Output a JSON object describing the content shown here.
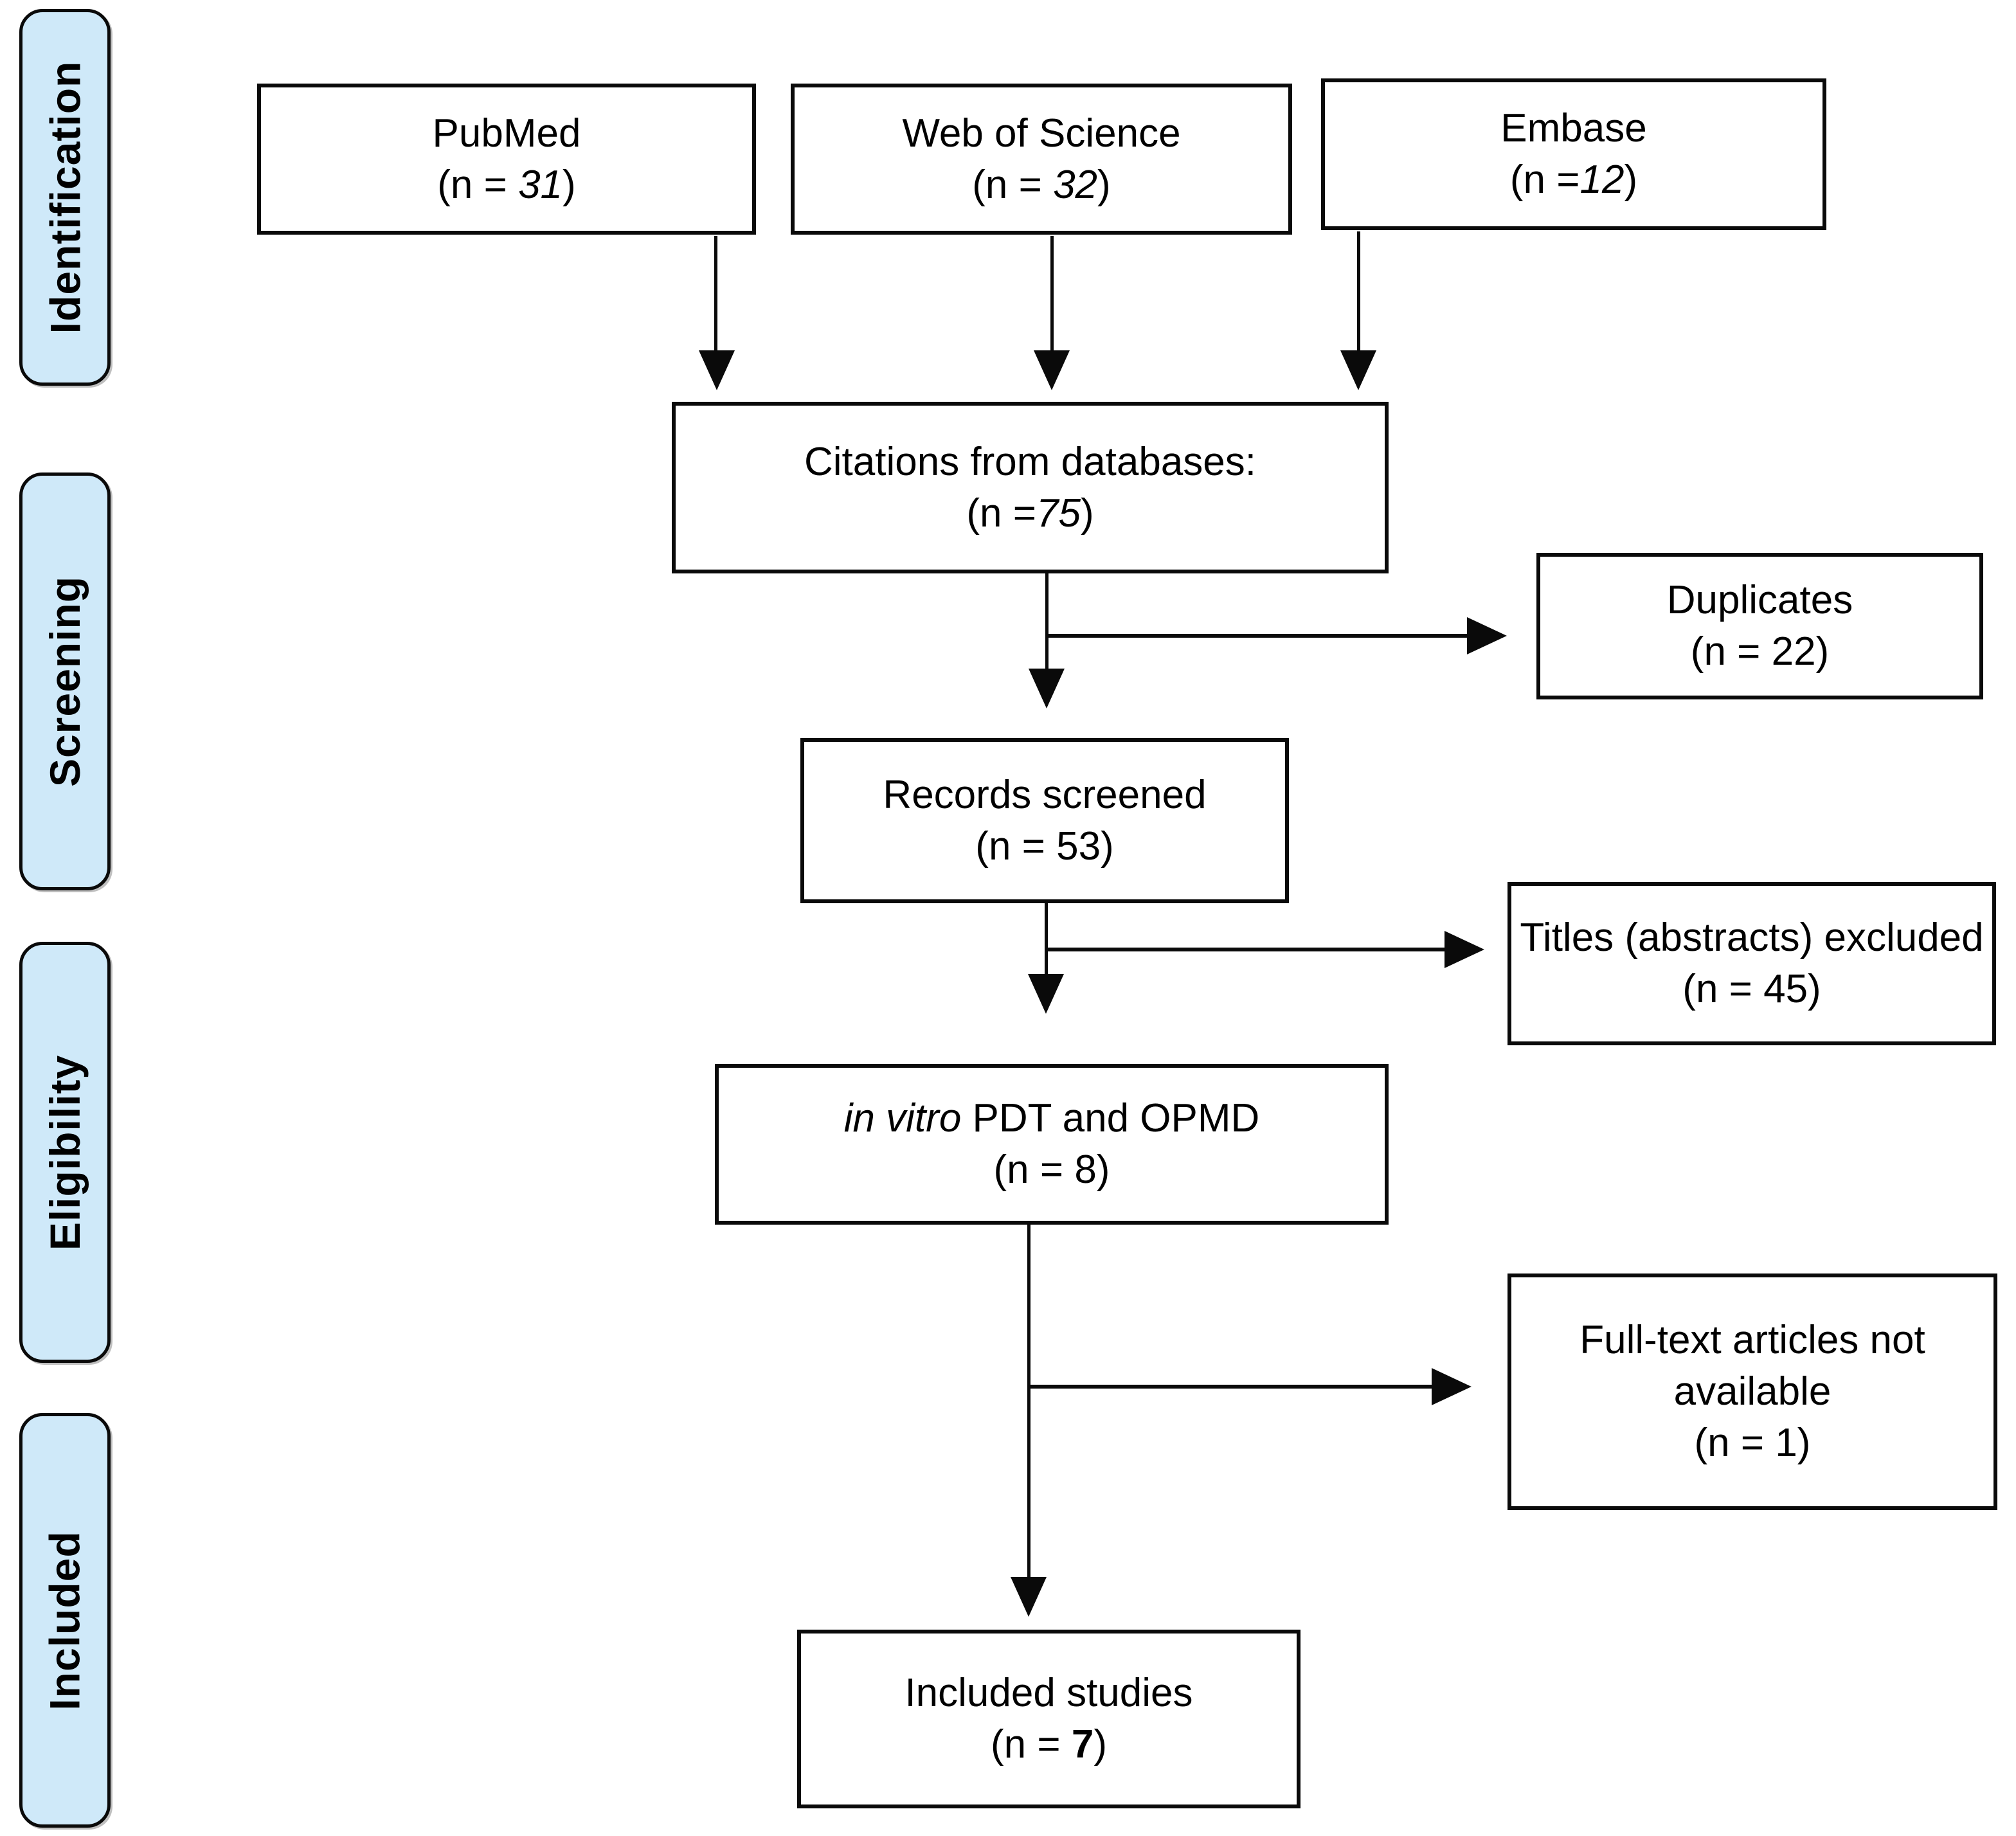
{
  "colors": {
    "background": "#ffffff",
    "box_fill": "#ffffff",
    "box_border": "#0a0a0a",
    "text": "#000000",
    "stage_fill": "#cfe9f9",
    "connector": "#0a0a0a"
  },
  "sidebar": {
    "items": [
      {
        "label": "Identification"
      },
      {
        "label": "Screening"
      },
      {
        "label": "Eligibility"
      },
      {
        "label": "Included"
      }
    ]
  },
  "boxes": {
    "pubmed": {
      "title": "PubMed",
      "count_prefix": "(n = ",
      "count_value": "31",
      "count_suffix": ")"
    },
    "web_of_science": {
      "title": "Web of Science",
      "count_prefix": "(n = ",
      "count_value": "32",
      "count_suffix": ")"
    },
    "embase": {
      "title": "Embase",
      "count_prefix": "(n =",
      "count_value": "12",
      "count_suffix": ")"
    },
    "citations": {
      "title": "Citations from databases:",
      "count_prefix": "(n =",
      "count_value": "75",
      "count_suffix": ")"
    },
    "duplicates": {
      "title": "Duplicates",
      "count": "(n = 22)"
    },
    "records_screened": {
      "title": "Records screened",
      "count": "(n = 53)"
    },
    "titles_excluded": {
      "title": "Titles (abstracts) excluded",
      "count": "(n = 45)"
    },
    "in_vitro": {
      "title_italic": "in vitro",
      "title_rest": " PDT and OPMD",
      "count": "(n = 8)"
    },
    "full_text": {
      "title_line1": "Full-text articles not",
      "title_line2": "available",
      "count": "(n = 1)"
    },
    "included_studies": {
      "title": "Included studies",
      "count_prefix": "(n = ",
      "count_value": "7",
      "count_suffix": ")"
    }
  }
}
